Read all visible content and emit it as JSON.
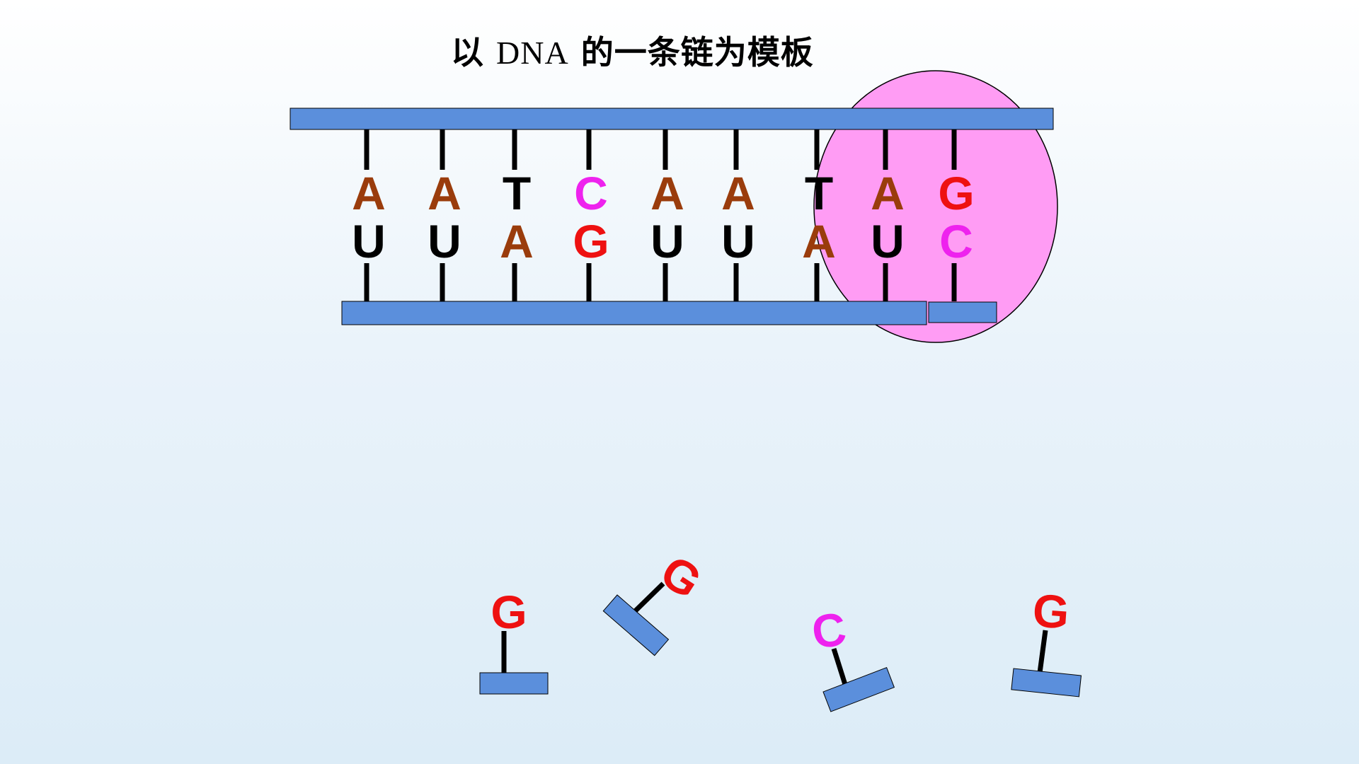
{
  "title": {
    "prefix": "以",
    "latin": "DNA",
    "suffix": "的一条链为模板"
  },
  "template_strand": [
    "A",
    "A",
    "T",
    "C",
    "A",
    "A",
    "T",
    "A",
    "G"
  ],
  "rna_strand": [
    "U",
    "U",
    "A",
    "G",
    "U",
    "U",
    "A",
    "U",
    "C"
  ],
  "free_nucleotides": [
    "G",
    "G",
    "C",
    "G"
  ],
  "colors": {
    "backbone": "#5b8fdc",
    "enzyme": "#ff9cf4",
    "A": "#9a3c0c",
    "T": "#000000",
    "U": "#000000",
    "C": "#ee22ee",
    "G": "#ee1111"
  }
}
